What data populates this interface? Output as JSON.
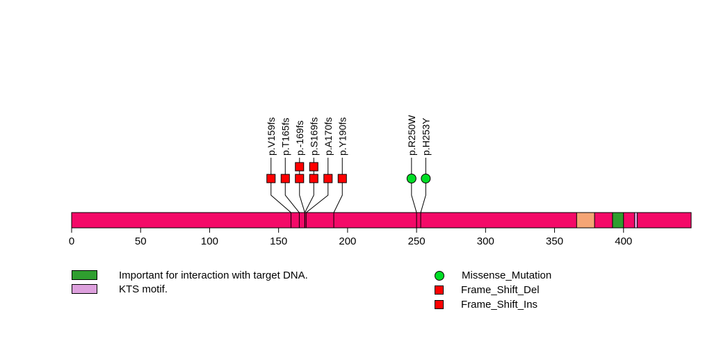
{
  "chart_data": {
    "type": "lollipop",
    "description": "Protein mutation lollipop plot",
    "protein": {
      "length_aa": 449,
      "bar_color": "#f40a68",
      "outline_color": "#000000",
      "domains": [
        {
          "label": "",
          "start": 366,
          "end": 379,
          "color": "#f5a575"
        },
        {
          "label": "Important for interaction with target DNA.",
          "start": 392,
          "end": 400,
          "color": "#2f9e2f"
        },
        {
          "label": "KTS motif.",
          "start": 408,
          "end": 410,
          "color": "#dda0dd"
        }
      ]
    },
    "axis": {
      "ticks": [
        0,
        50,
        100,
        150,
        200,
        250,
        300,
        350,
        400
      ],
      "range": [
        0,
        449
      ],
      "grid": false
    },
    "mutations": [
      {
        "label": "p.V159fs",
        "pos": 159,
        "type": "frame_shift",
        "count": 1
      },
      {
        "label": "p.T165fs",
        "pos": 165,
        "type": "frame_shift",
        "count": 1
      },
      {
        "label": "p.-169fs",
        "pos": 169,
        "type": "frame_shift",
        "count": 2
      },
      {
        "label": "p.S169fs",
        "pos": 169,
        "type": "frame_shift",
        "count": 2
      },
      {
        "label": "p.A170fs",
        "pos": 170,
        "type": "frame_shift",
        "count": 1
      },
      {
        "label": "p.Y190fs",
        "pos": 190,
        "type": "frame_shift",
        "count": 1
      },
      {
        "label": "p.R250W",
        "pos": 250,
        "type": "missense",
        "count": 1
      },
      {
        "label": "p.H253Y",
        "pos": 253,
        "type": "missense",
        "count": 1
      }
    ],
    "marker_styles": {
      "missense": {
        "shape": "circle",
        "color": "#00dd26"
      },
      "frame_shift": {
        "shape": "square",
        "color": "#ff0000"
      }
    },
    "legend_domains": [
      {
        "label": "Important for interaction with target DNA.",
        "color": "#2f9e2f"
      },
      {
        "label": "KTS motif.",
        "color": "#dda0dd"
      }
    ],
    "legend_mutations": [
      {
        "label": "Missense_Mutation",
        "shape": "circle",
        "color": "#00dd26"
      },
      {
        "label": "Frame_Shift_Del",
        "shape": "square",
        "color": "#ff0000"
      },
      {
        "label": "Frame_Shift_Ins",
        "shape": "square",
        "color": "#ff0000"
      }
    ]
  }
}
